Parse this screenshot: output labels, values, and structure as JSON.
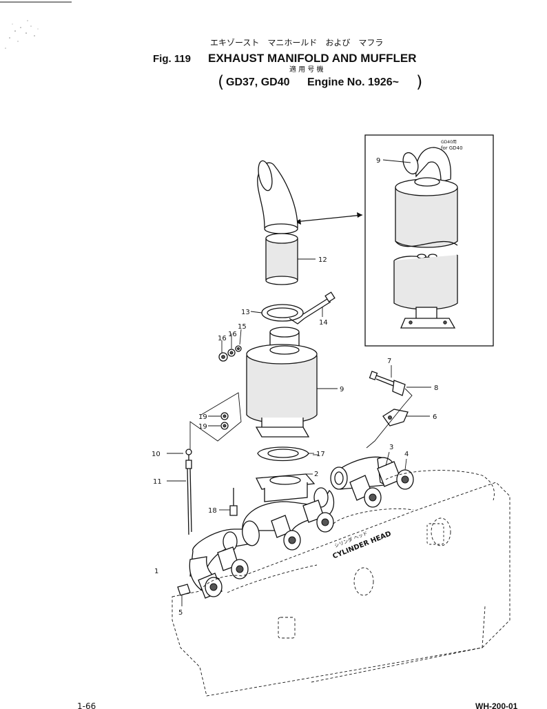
{
  "header": {
    "title_jp": "エキゾースト　マニホールド　および　マフラ",
    "fig_label": "Fig. 119",
    "title": "EXHAUST MANIFOLD AND MUFFLER",
    "applic_jp": "適 用 号 機",
    "applic_open": "(",
    "applic_models": "GD37, GD40",
    "applic_engine": "Engine No. 1926~",
    "applic_close": ")"
  },
  "inset": {
    "note_jp": "GD40用",
    "note_en": "for GD40"
  },
  "engine_label": {
    "jp": "シリンダ ヘッド",
    "en": "CYLINDER HEAD"
  },
  "callouts": [
    "1",
    "2",
    "3",
    "4",
    "5",
    "6",
    "7",
    "8",
    "9",
    "10",
    "11",
    "12",
    "13",
    "14",
    "15",
    "16",
    "17",
    "18",
    "19",
    "9",
    "19",
    "16"
  ],
  "footer": {
    "page_left": "1-66",
    "page_right": "WH-200-01"
  }
}
